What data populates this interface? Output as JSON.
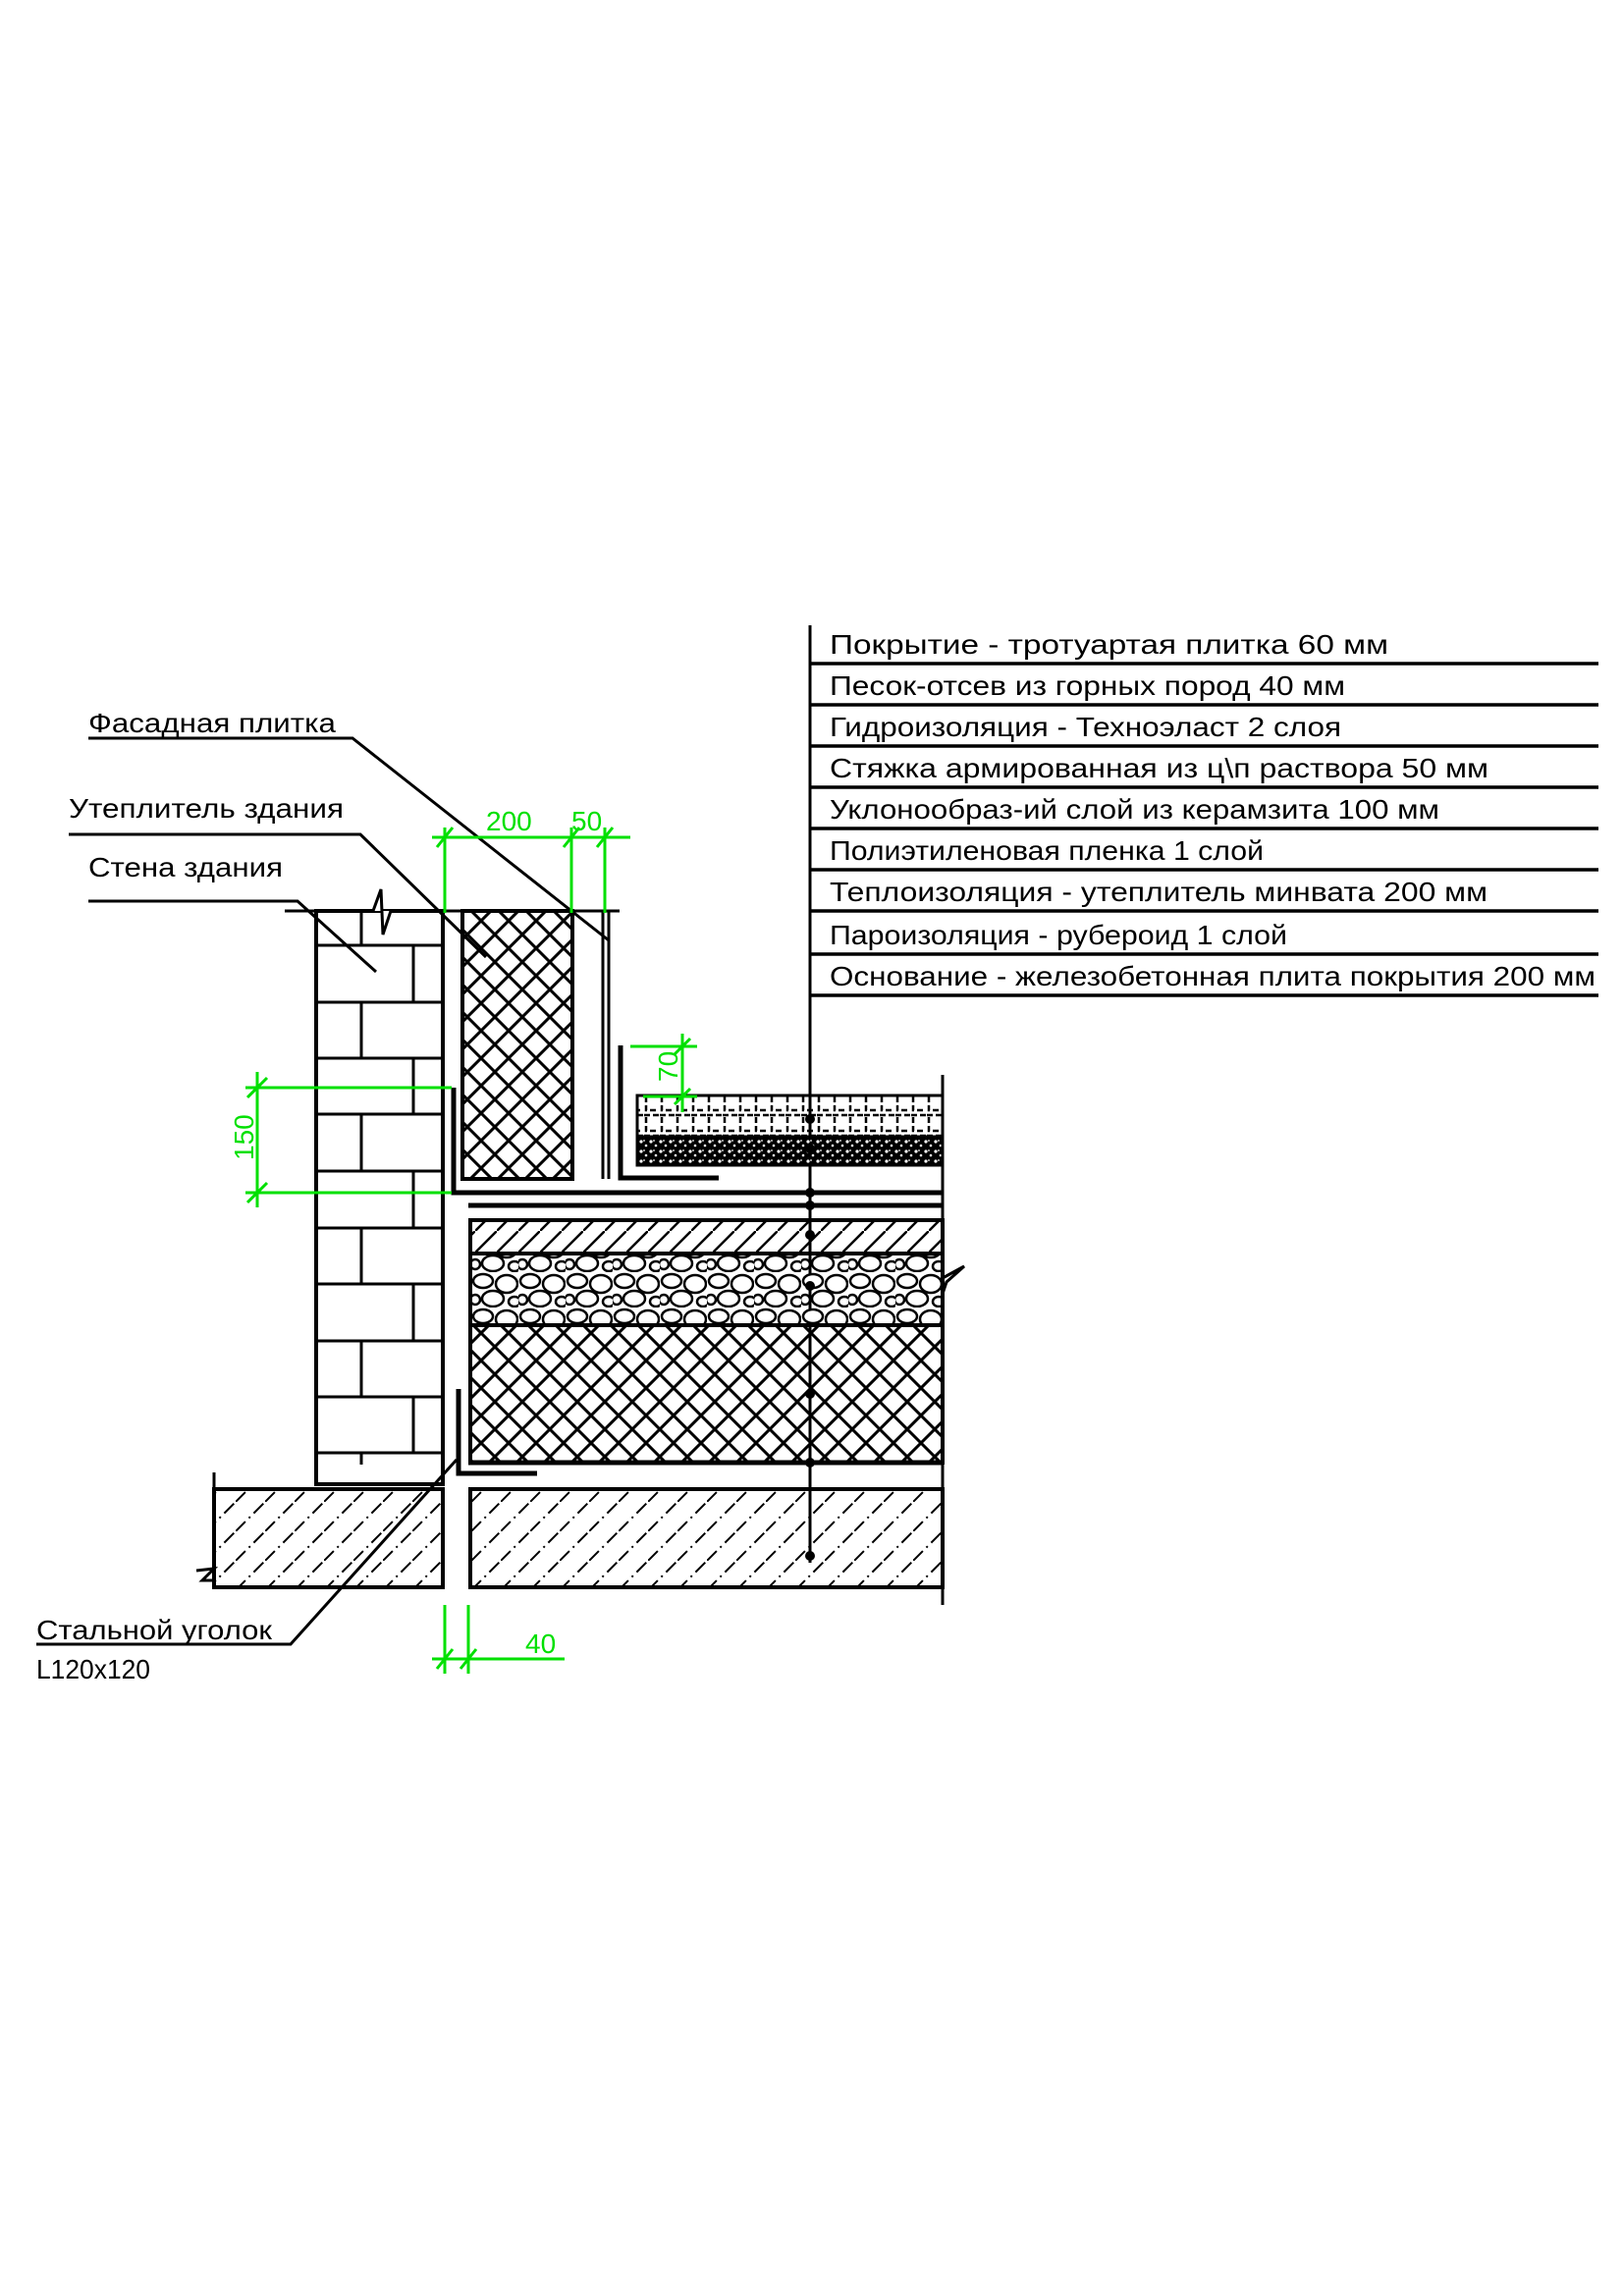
{
  "layers": [
    "Покрытие - тротуартая плитка 60 мм",
    "Песок-отсев из горных пород 40 мм",
    "Гидроизоляция - Техноэласт 2 слоя",
    "Стяжка армированная из ц\\п раствора 50 мм",
    "Уклонообраз-ий слой из керамзита 100 мм",
    "Полиэтиленовая пленка 1 слой",
    "Теплоизоляция - утеплитель минвата 200 мм",
    "Пароизоляция - рубероид 1 слой",
    "Основание - железобетонная плита покрытия 200 мм"
  ],
  "labels": {
    "facade_tile": "Фасадная плитка",
    "insulation": "Утеплитель здания",
    "wall": "Стена здания",
    "steel_angle": "Стальной уголок",
    "steel_angle_size": "L120x120"
  },
  "dimensions": {
    "insulation_width": "200",
    "tile_gap": "50",
    "angle_height": "150",
    "paving_offset": "70",
    "joint_width": "40"
  },
  "colors": {
    "dimension": "#00e000",
    "line": "#000000"
  }
}
